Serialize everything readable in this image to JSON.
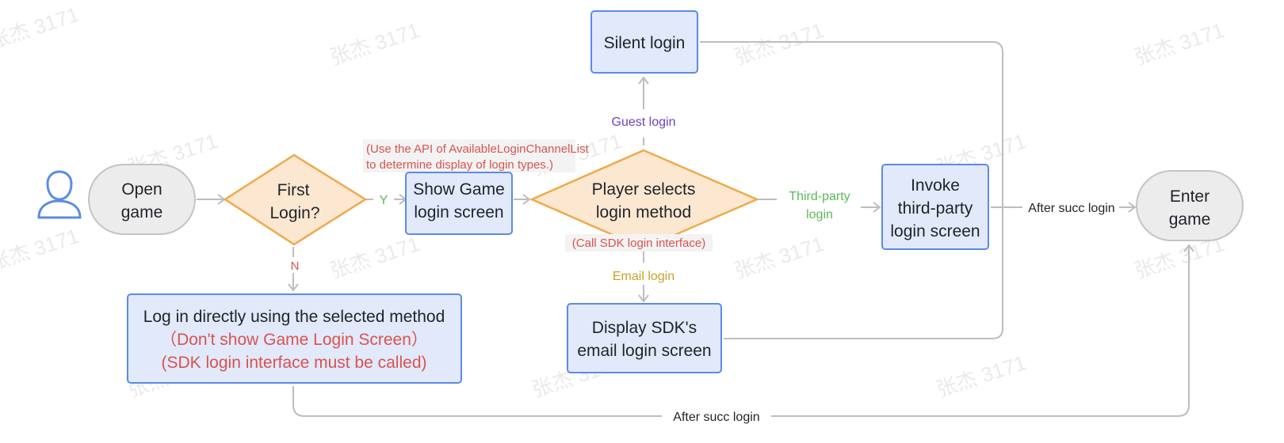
{
  "watermark": "张杰 3171",
  "colors": {
    "process_fill": "#e1e9fb",
    "process_stroke": "#5b8be6",
    "decision_fill": "#fce8d1",
    "decision_stroke": "#f0a94a",
    "terminal_fill": "#ececec",
    "terminal_stroke": "#c4c4c4",
    "edge": "#bdbdbd",
    "accent_red": "#d9534f",
    "label_green": "#5cb85c",
    "label_purple": "#6f42c1",
    "label_gold": "#c9a227"
  },
  "nodes": {
    "user": {
      "icon": "user-icon"
    },
    "open_game": {
      "line1": "Open",
      "line2": "game"
    },
    "first_login": {
      "line1": "First",
      "line2": "Login?"
    },
    "show_login": {
      "line1": "Show Game",
      "line2": "login screen"
    },
    "player_selects": {
      "line1": "Player selects",
      "line2": "login method"
    },
    "silent_login": {
      "text": "Silent login"
    },
    "invoke_third": {
      "line1": "Invoke",
      "line2": "third-party",
      "line3": "login screen"
    },
    "display_sdk": {
      "line1": "Display SDK's",
      "line2": "email login screen"
    },
    "direct_login": {
      "line1": "Log in directly using the selected method",
      "line2": "（Don't show Game Login Screen）",
      "line3": "(SDK login interface must be called)"
    },
    "enter_game": {
      "line1": "Enter",
      "line2": "game"
    }
  },
  "annotations": {
    "api_note_line1": "(Use the API of AvailableLoginChannelList",
    "api_note_line2": "to determine display of login types.)",
    "sdk_note": "(Call SDK login interface)"
  },
  "edge_labels": {
    "yes": "Y",
    "no": "N",
    "guest": "Guest login",
    "third_party_line1": "Third-party",
    "third_party_line2": "login",
    "email": "Email login",
    "after_succ_right": "After succ login",
    "after_succ_bottom": "After succ login"
  }
}
